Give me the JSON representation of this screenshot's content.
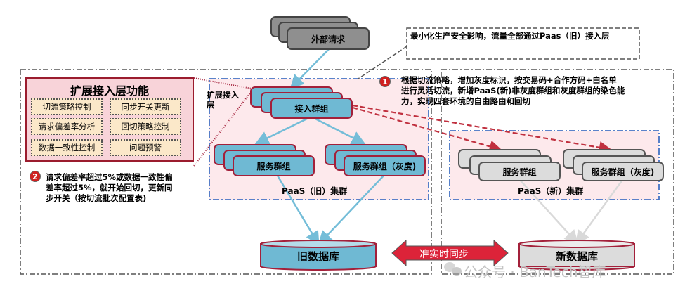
{
  "external_request": {
    "label": "外部请求"
  },
  "top_note": {
    "text": "最小化生产安全影响，流量全部通过Paas（旧）接入层"
  },
  "func_panel": {
    "title": "扩展接入层功能",
    "items": [
      "切流策略控制",
      "同步开关更新",
      "请求偏差率分析",
      "回切策略控制",
      "数据一致性控制",
      "问题预警"
    ]
  },
  "note1": {
    "badge": "1",
    "lines": [
      "根据切流策略，增加灰度标识，按交易码+合作方码+白名单",
      "进行灵活切流，新增PaaS(新)非灰度群组和灰度群组的染色能",
      "力，实现四套环境的自由路由和回切"
    ]
  },
  "note2": {
    "badge": "2",
    "lines": [
      "请求偏差率超过5%或数据一致性偏",
      "差率超过5%，就开始回切，更新同",
      "步开关（按切流批次配置表)"
    ]
  },
  "old_cluster": {
    "side_label_lines": [
      "扩展接入",
      "层"
    ],
    "access_group": "接入群组",
    "service_group": "服务群组",
    "service_group_gray": "服务群组（灰度)",
    "cluster_label": "PaaS（旧）集群"
  },
  "new_cluster": {
    "service_group": "服务群组",
    "service_group_gray": "服务群组（灰度)",
    "cluster_label": "PaaS（新）集群"
  },
  "databases": {
    "old": "旧数据库",
    "new": "新数据库"
  },
  "sync_arrow": {
    "label": "准实时同步"
  },
  "watermark": {
    "text": "公众号 · BanTech智库"
  },
  "colors": {
    "accent_red": "#d9253c",
    "blue_card": "#6fb9d3",
    "pink_bg": "#fde9ec",
    "blue_dash": "#4472c4"
  }
}
